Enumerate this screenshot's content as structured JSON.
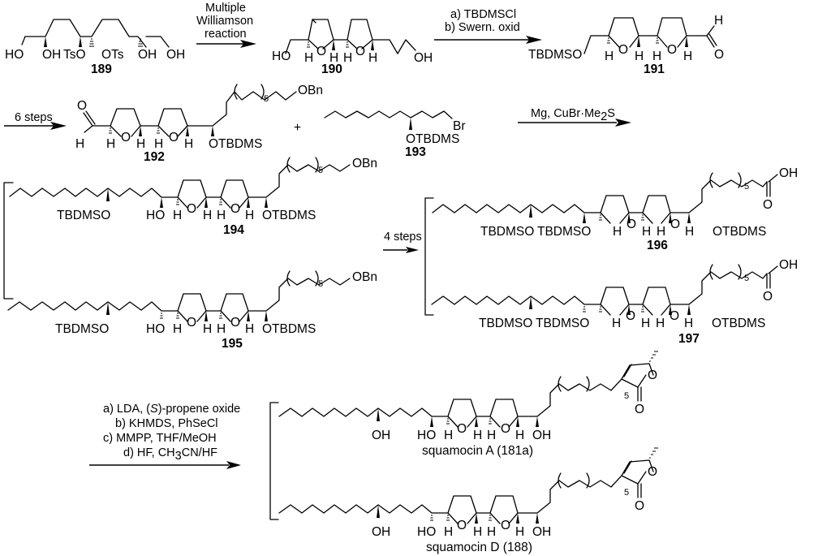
{
  "scheme": {
    "title": "Synthesis of squamocin A and squamocin D",
    "compounds": {
      "c189": {
        "label": "189",
        "groups": [
          "HO",
          "OH",
          "TsO",
          "OTs",
          "OH",
          "OH"
        ]
      },
      "c190": {
        "label": "190",
        "groups": [
          "HO",
          "H",
          "O",
          "H",
          "H",
          "O",
          "H",
          "OH"
        ]
      },
      "c191": {
        "label": "191",
        "groups": [
          "TBDMSO",
          "H",
          "O",
          "H",
          "H",
          "O",
          "H",
          "H",
          "O"
        ]
      },
      "c192": {
        "label": "192",
        "groups": [
          "O",
          "H",
          "H",
          "O",
          "H",
          "H",
          "O",
          "H",
          "OTBDMS",
          "OBn"
        ],
        "repeat": "5"
      },
      "c193": {
        "label": "193",
        "groups": [
          "OTBDMS",
          "Br"
        ]
      },
      "c194": {
        "label": "194",
        "groups": [
          "TBDMSO",
          "HO",
          "H",
          "O",
          "H",
          "H",
          "O",
          "H",
          "OTBDMS",
          "OBn"
        ],
        "repeat": "5"
      },
      "c195": {
        "label": "195",
        "groups": [
          "TBDMSO",
          "HO",
          "H",
          "O",
          "H",
          "H",
          "O",
          "H",
          "OTBDMS",
          "OBn"
        ],
        "repeat": "5"
      },
      "c196": {
        "label": "196",
        "groups": [
          "TBDMSO",
          "TBDMSO",
          "H",
          "O",
          "H",
          "H",
          "O",
          "H",
          "OTBDMS",
          "OH",
          "O"
        ],
        "repeat": "5"
      },
      "c197": {
        "label": "197",
        "groups": [
          "TBDMSO",
          "TBDMSO",
          "H",
          "O",
          "H",
          "H",
          "O",
          "H",
          "OTBDMS",
          "OH",
          "O"
        ],
        "repeat": "5"
      },
      "c181a": {
        "name": "squamocin A",
        "label": "181a",
        "groups": [
          "OH",
          "HO",
          "H",
          "O",
          "H",
          "H",
          "O",
          "H",
          "OH",
          "O",
          "O"
        ],
        "repeat": "5"
      },
      "c188": {
        "name": "squamocin D",
        "label": "188",
        "groups": [
          "OH",
          "HO",
          "H",
          "O",
          "H",
          "H",
          "O",
          "H",
          "OH",
          "O",
          "O"
        ],
        "repeat": "5"
      }
    },
    "plus": "+",
    "arrows": [
      {
        "id": "step1",
        "conditions": [
          "Multiple",
          "Williamson",
          "reaction"
        ]
      },
      {
        "id": "step2",
        "conditions": [
          "a) TBDMSCl",
          "b) Swern. oxid"
        ]
      },
      {
        "id": "step3",
        "conditions": [
          "6 steps"
        ]
      },
      {
        "id": "step4",
        "conditions": [
          "Mg, CuBr·Me",
          "2",
          "S"
        ]
      },
      {
        "id": "step5",
        "conditions": [
          "4 steps"
        ]
      },
      {
        "id": "step6",
        "conditions": [
          "a) LDA, (",
          "S",
          ")-propene oxide",
          "b) KHMDS, PhSeCl",
          "c) MMPP, THF/MeOH",
          "d) HF, CH",
          "3",
          "CN/HF"
        ]
      }
    ],
    "name_parts": {
      "open": " (",
      "close": ")"
    }
  }
}
